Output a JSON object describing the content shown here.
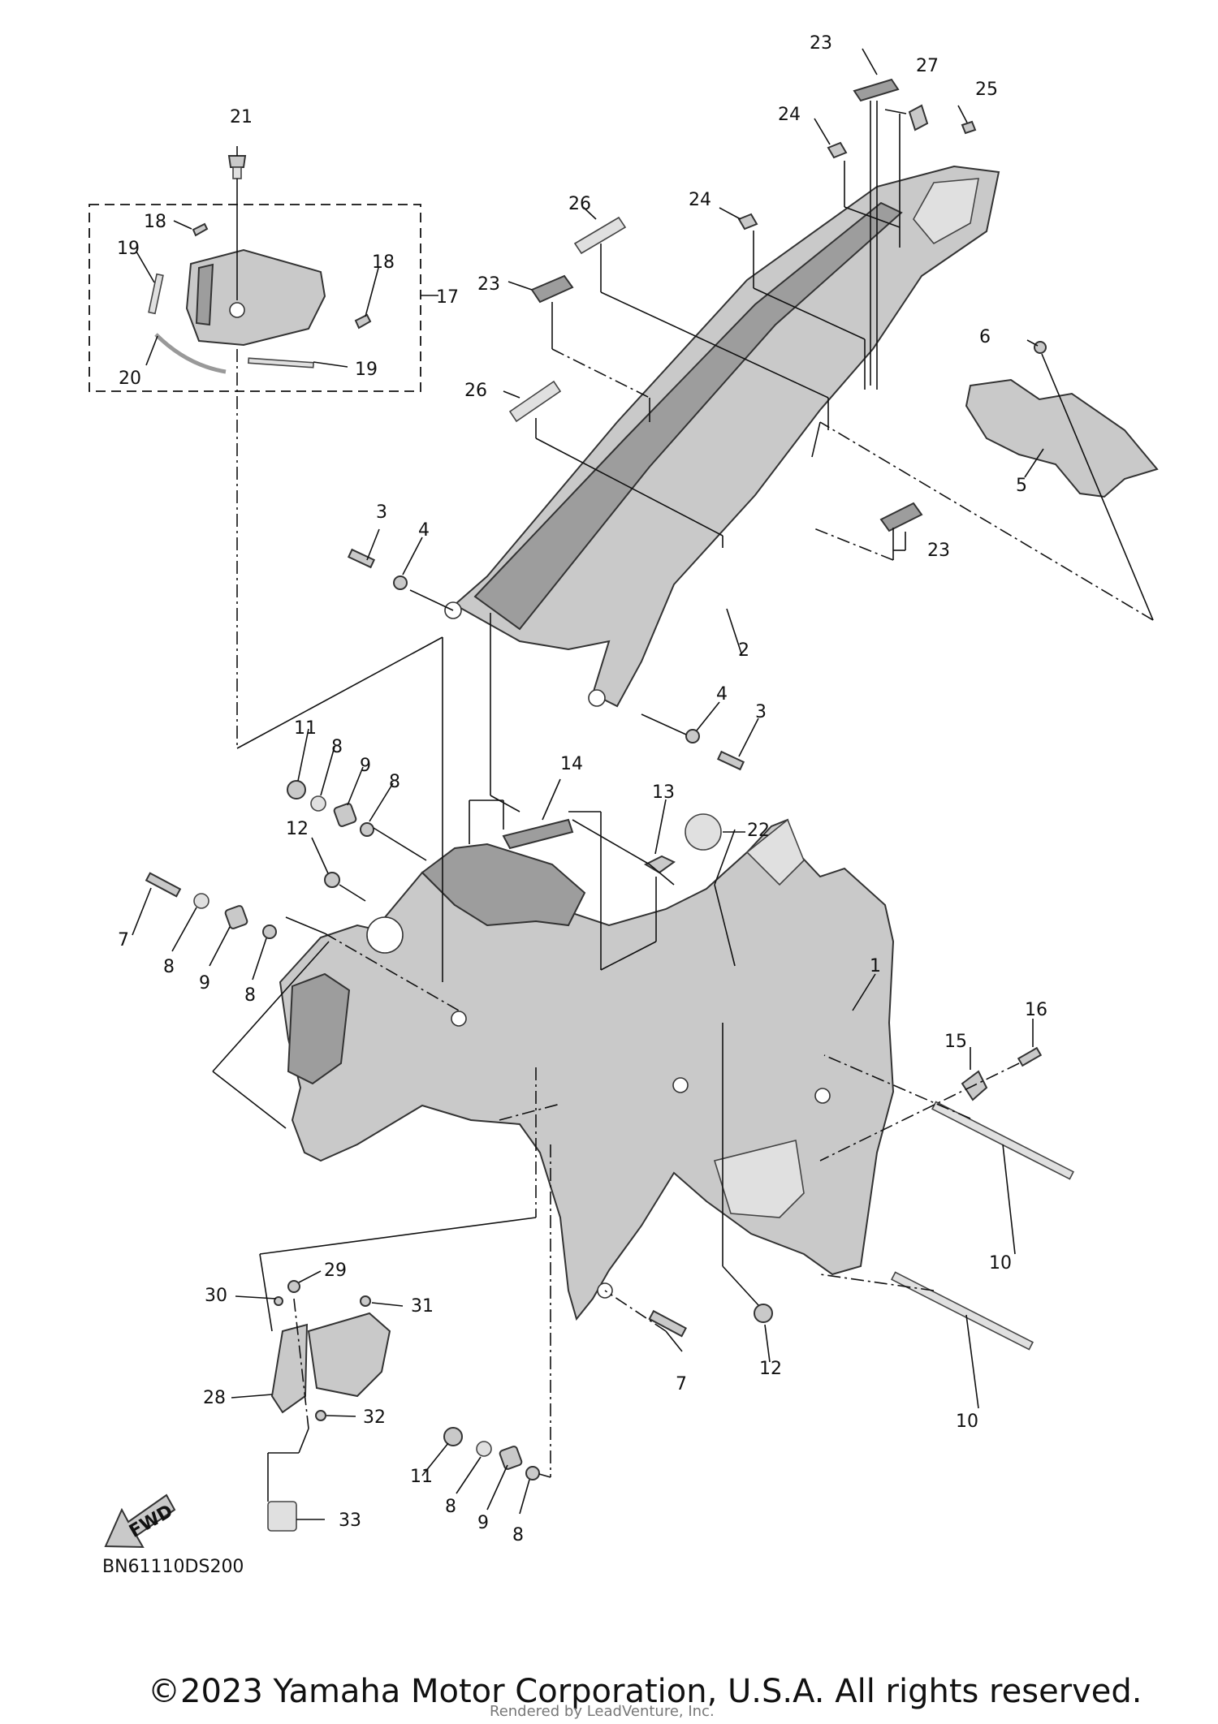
{
  "diagram_code": "BN61110DS200",
  "copyright": "©2023 Yamaha Motor Corporation, U.S.A. All rights reserved.",
  "rendered_by": "Rendered by LeadVenture, Inc.",
  "fwd_label": "FWD",
  "callouts": {
    "c1": "1",
    "c2": "2",
    "c3a": "3",
    "c3b": "3",
    "c4a": "4",
    "c4b": "4",
    "c5": "5",
    "c6": "6",
    "c7a": "7",
    "c7b": "7",
    "c8a": "8",
    "c8b": "8",
    "c8c": "8",
    "c8d": "8",
    "c8e": "8",
    "c8f": "8",
    "c9a": "9",
    "c9b": "9",
    "c9c": "9",
    "c10a": "10",
    "c10b": "10",
    "c11a": "11",
    "c11b": "11",
    "c12a": "12",
    "c12b": "12",
    "c13": "13",
    "c14": "14",
    "c15": "15",
    "c16": "16",
    "c17": "17",
    "c18a": "18",
    "c18b": "18",
    "c19a": "19",
    "c19b": "19",
    "c20": "20",
    "c21": "21",
    "c22": "22",
    "c23a": "23",
    "c23b": "23",
    "c23c": "23",
    "c24a": "24",
    "c24b": "24",
    "c25": "25",
    "c26a": "26",
    "c26b": "26",
    "c27": "27",
    "c28": "28",
    "c29": "29",
    "c30": "30",
    "c31": "31",
    "c32": "32",
    "c33": "33"
  }
}
